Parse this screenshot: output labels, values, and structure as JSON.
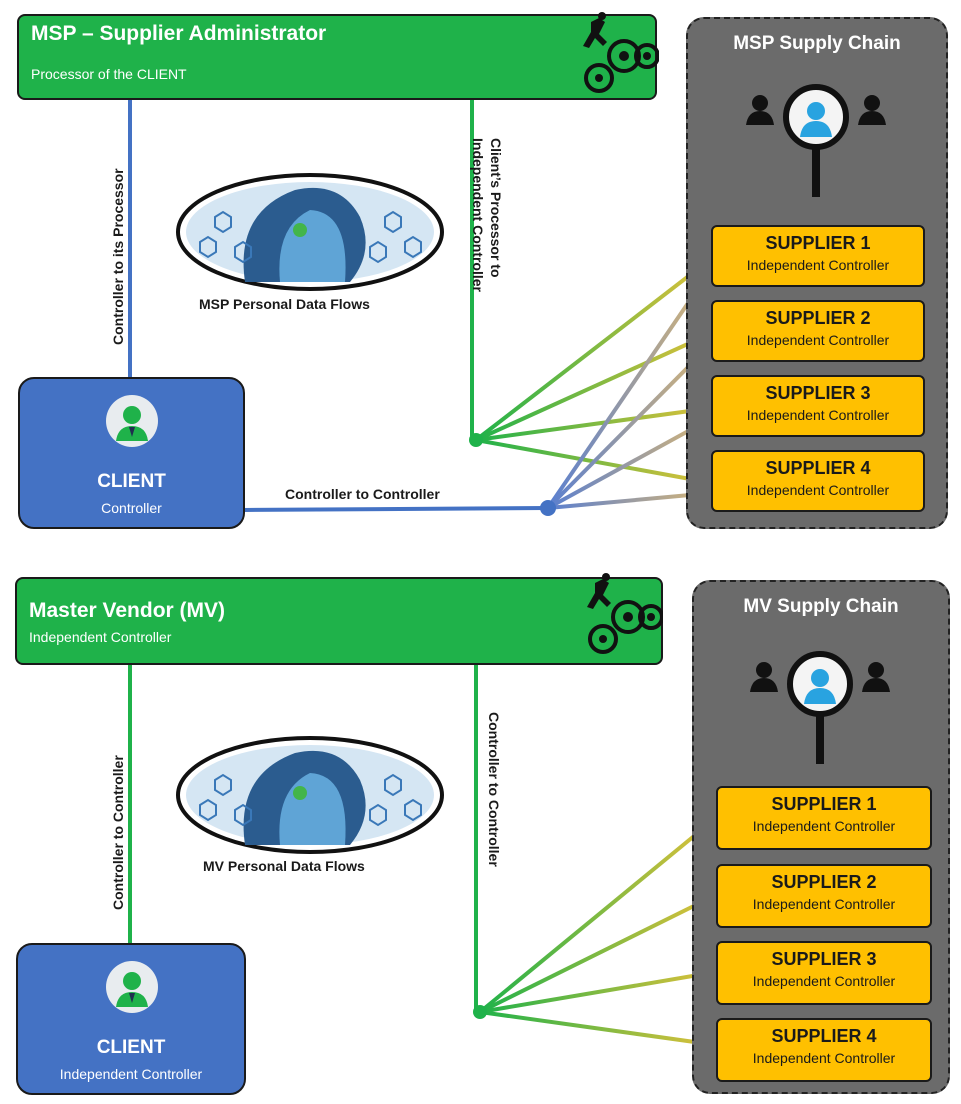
{
  "top": {
    "header": {
      "title": "MSP – Supplier Administrator",
      "subtitle": "Processor of the CLIENT"
    },
    "client": {
      "name": "CLIENT",
      "role": "Controller"
    },
    "left_link_label": "Controller to its Processor",
    "right_link_label_line1": "Client’s Processor to",
    "right_link_label_line2": "Independent Controller",
    "bottom_link_label": "Controller to Controller",
    "flows_label": "MSP Personal Data Flows",
    "chain": {
      "title": "MSP Supply Chain",
      "suppliers": [
        {
          "name": "SUPPLIER 1",
          "role": "Independent Controller"
        },
        {
          "name": "SUPPLIER 2",
          "role": "Independent Controller"
        },
        {
          "name": "SUPPLIER 3",
          "role": "Independent Controller"
        },
        {
          "name": "SUPPLIER 4",
          "role": "Independent Controller"
        }
      ]
    }
  },
  "bottom": {
    "header": {
      "title": "Master Vendor (MV)",
      "subtitle": "Independent Controller"
    },
    "client": {
      "name": "CLIENT",
      "role": "Independent Controller"
    },
    "left_link_label": "Controller to Controller",
    "right_link_label": "Controller to Controller",
    "flows_label": "MV Personal Data Flows",
    "chain": {
      "title": "MV Supply Chain",
      "suppliers": [
        {
          "name": "SUPPLIER 1",
          "role": "Independent Controller"
        },
        {
          "name": "SUPPLIER 2",
          "role": "Independent Controller"
        },
        {
          "name": "SUPPLIER 3",
          "role": "Independent Controller"
        },
        {
          "name": "SUPPLIER 4",
          "role": "Independent Controller"
        }
      ]
    }
  },
  "colors": {
    "green": "#1fb24a",
    "blue": "#4472c4",
    "gold": "#ffc000",
    "grey": "#6b6b6b",
    "light_blue": "#29a3e0"
  },
  "icons": [
    "runner-gears-icon",
    "user-search-icon",
    "client-user-icon",
    "data-flow-illustration"
  ]
}
